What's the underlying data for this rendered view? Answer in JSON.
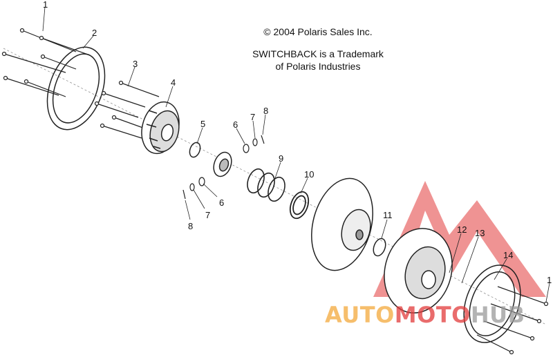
{
  "notice": {
    "copyright": "© 2004 Polaris Sales Inc.",
    "trademark_line1": "SWITCHBACK is a Trademark",
    "trademark_line2": "of Polaris Industries"
  },
  "callouts": [
    "1",
    "2",
    "3",
    "4",
    "5",
    "6",
    "7",
    "8",
    "9",
    "10",
    "11",
    "12",
    "13",
    "14",
    "6",
    "7",
    "8",
    "1"
  ],
  "watermark": {
    "part1": "AUTO",
    "part2": "MOTO",
    "part3": "HUB",
    "colors": {
      "orange": "#f4a93c",
      "red": "#e23b3b",
      "grey": "#9a9a9a"
    }
  }
}
